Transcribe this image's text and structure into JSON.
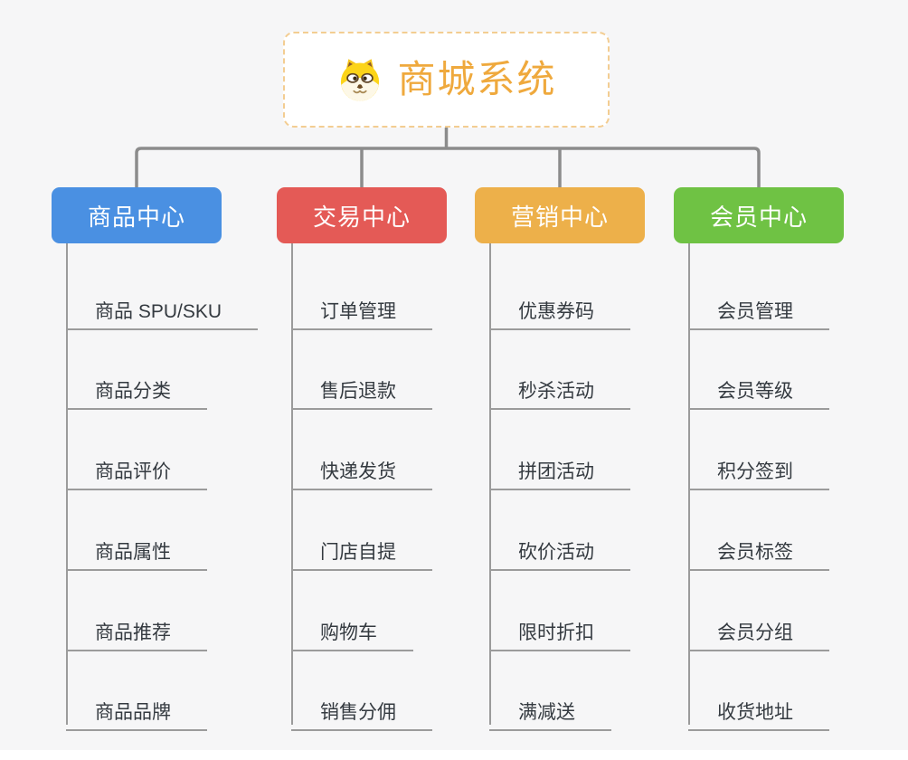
{
  "root": {
    "title": "商城系统",
    "icon": "dog-face"
  },
  "branches": [
    {
      "label": "商品中心",
      "color": "#4a90e2",
      "items": [
        "商品 SPU/SKU",
        "商品分类",
        "商品评价",
        "商品属性",
        "商品推荐",
        "商品品牌"
      ]
    },
    {
      "label": "交易中心",
      "color": "#e45a56",
      "items": [
        "订单管理",
        "售后退款",
        "快递发货",
        "门店自提",
        "购物车",
        "销售分佣"
      ]
    },
    {
      "label": "营销中心",
      "color": "#edb04a",
      "items": [
        "优惠券码",
        "秒杀活动",
        "拼团活动",
        "砍价活动",
        "限时折扣",
        "满减送"
      ]
    },
    {
      "label": "会员中心",
      "color": "#6fc244",
      "items": [
        "会员管理",
        "会员等级",
        "积分签到",
        "会员标签",
        "会员分组",
        "收货地址"
      ]
    }
  ],
  "colors": {
    "background": "#f6f6f7",
    "connector": "#8c8c8c",
    "underline": "#9b9b9b",
    "leaf_text": "#343a40",
    "root_text": "#efa93d",
    "root_border": "#f3cd92",
    "branch_text": "#ffffff"
  }
}
